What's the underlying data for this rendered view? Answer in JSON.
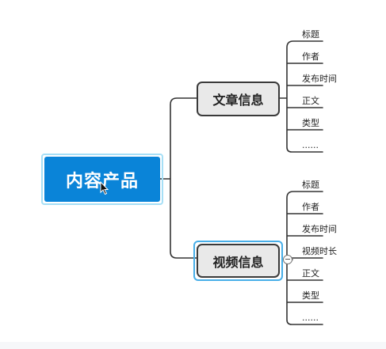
{
  "mindmap": {
    "root": {
      "label": "内容产品"
    },
    "topics": [
      {
        "label": "文章信息",
        "children": [
          "标题",
          "作者",
          "发布时间",
          "正文",
          "类型",
          "......"
        ]
      },
      {
        "label": "视频信息",
        "selected": true,
        "collapse_control": "minus",
        "children": [
          "标题",
          "作者",
          "发布时间",
          "视频时长",
          "正文",
          "类型",
          "......"
        ]
      }
    ]
  },
  "colors": {
    "root_fill": "#0a84d8",
    "root_outline": "#a6dff6",
    "topic_fill": "#e9e9e9",
    "topic_border": "#3a3a3a",
    "selection_outline": "#47aee8",
    "connector": "#333333"
  },
  "icons": {
    "cursor": "mouse-pointer-icon",
    "collapse": "collapse-minus-icon"
  }
}
